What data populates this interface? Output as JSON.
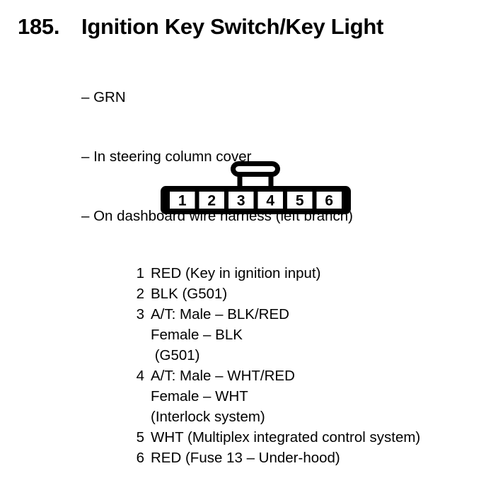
{
  "header": {
    "number": "185.",
    "title": "Ignition Key Switch/Key Light",
    "bullets": [
      "– GRN",
      "– In steering column cover",
      "– On dashboard wire harness (left branch)"
    ]
  },
  "connector": {
    "description": "6-pin connector front view with latch tab on top",
    "pins": [
      "1",
      "2",
      "3",
      "4",
      "5",
      "6"
    ]
  },
  "pin_list": [
    {
      "num": "1",
      "lines": [
        "RED (Key in ignition input)"
      ]
    },
    {
      "num": "2",
      "lines": [
        "BLK (G501)"
      ]
    },
    {
      "num": "3",
      "lines": [
        "A/T: Male – BLK/RED",
        "Female – BLK",
        " (G501)"
      ]
    },
    {
      "num": "4",
      "lines": [
        "A/T: Male – WHT/RED",
        "Female – WHT",
        "(Interlock system)"
      ]
    },
    {
      "num": "5",
      "lines": [
        "WHT (Multiplex integrated control system)"
      ]
    },
    {
      "num": "6",
      "lines": [
        "RED (Fuse 13 – Under-hood)"
      ]
    }
  ],
  "colors": {
    "ink": "#000000",
    "paper": "#ffffff"
  }
}
